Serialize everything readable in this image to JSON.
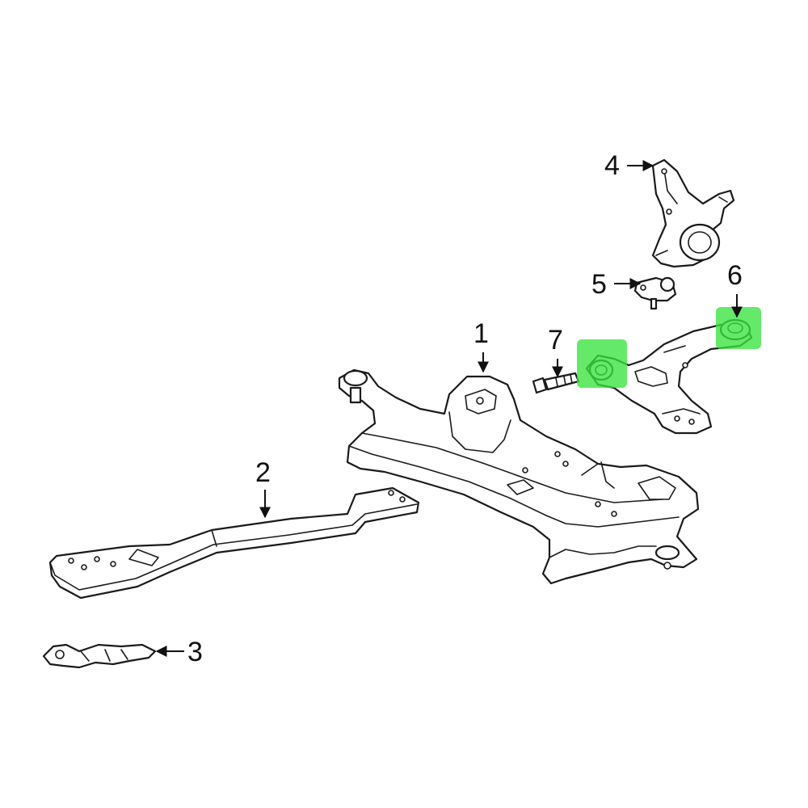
{
  "callouts": [
    {
      "id": "1",
      "label": "1"
    },
    {
      "id": "2",
      "label": "2"
    },
    {
      "id": "3",
      "label": "3"
    },
    {
      "id": "4",
      "label": "4"
    },
    {
      "id": "5",
      "label": "5"
    },
    {
      "id": "6",
      "label": "6"
    },
    {
      "id": "7",
      "label": "7"
    }
  ],
  "highlight": {
    "color": "#39e33f",
    "parts": [
      "6"
    ]
  }
}
